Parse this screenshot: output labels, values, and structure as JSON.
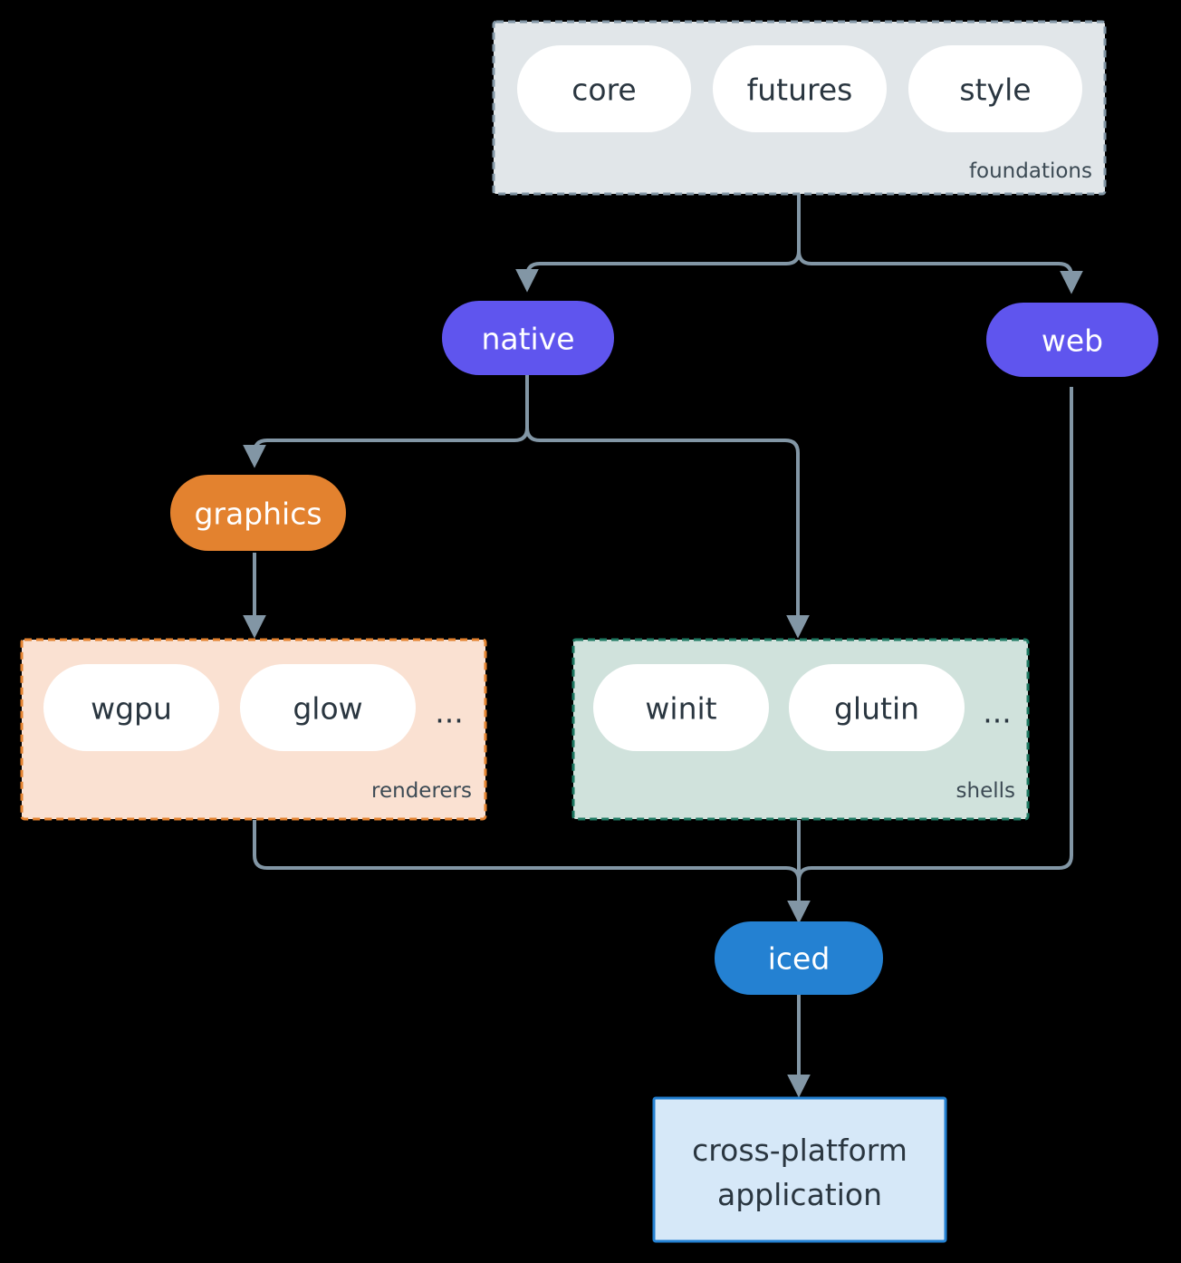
{
  "diagram": {
    "type": "flowchart",
    "background_color": "#000000",
    "edge_color": "#8296A5"
  },
  "groups": {
    "foundations": {
      "label": "foundations",
      "fill": "#E1E6E9",
      "border_color": "#8296A5",
      "border_style": "dashed",
      "items": [
        {
          "label": "core"
        },
        {
          "label": "futures"
        },
        {
          "label": "style"
        }
      ]
    },
    "renderers": {
      "label": "renderers",
      "fill": "#FAE1D2",
      "border_color": "#E3822F",
      "border_style": "dashed",
      "items": [
        {
          "label": "wgpu"
        },
        {
          "label": "glow"
        }
      ],
      "more": "..."
    },
    "shells": {
      "label": "shells",
      "fill": "#D0E2DC",
      "border_color": "#1F7A63",
      "border_style": "dashed",
      "items": [
        {
          "label": "winit"
        },
        {
          "label": "glutin"
        }
      ],
      "more": "..."
    }
  },
  "nodes": {
    "native": {
      "label": "native",
      "fill": "#5F55EE",
      "text_color": "#FFFFFF"
    },
    "web": {
      "label": "web",
      "fill": "#5F55EE",
      "text_color": "#FFFFFF"
    },
    "graphics": {
      "label": "graphics",
      "fill": "#E3822F",
      "text_color": "#FFFFFF"
    },
    "iced": {
      "label": "iced",
      "fill": "#2481D2",
      "text_color": "#FFFFFF"
    },
    "application": {
      "line1": "cross-platform",
      "line2": "application",
      "fill": "#D6E8F8",
      "border_color": "#2481D2",
      "text_color": "#2A3640"
    }
  },
  "edges": [
    {
      "from": "foundations",
      "to": "native"
    },
    {
      "from": "foundations",
      "to": "web"
    },
    {
      "from": "native",
      "to": "graphics"
    },
    {
      "from": "native",
      "to": "shells"
    },
    {
      "from": "graphics",
      "to": "renderers"
    },
    {
      "from": "renderers",
      "to": "iced"
    },
    {
      "from": "shells",
      "to": "iced"
    },
    {
      "from": "web",
      "to": "iced"
    },
    {
      "from": "iced",
      "to": "application"
    }
  ]
}
